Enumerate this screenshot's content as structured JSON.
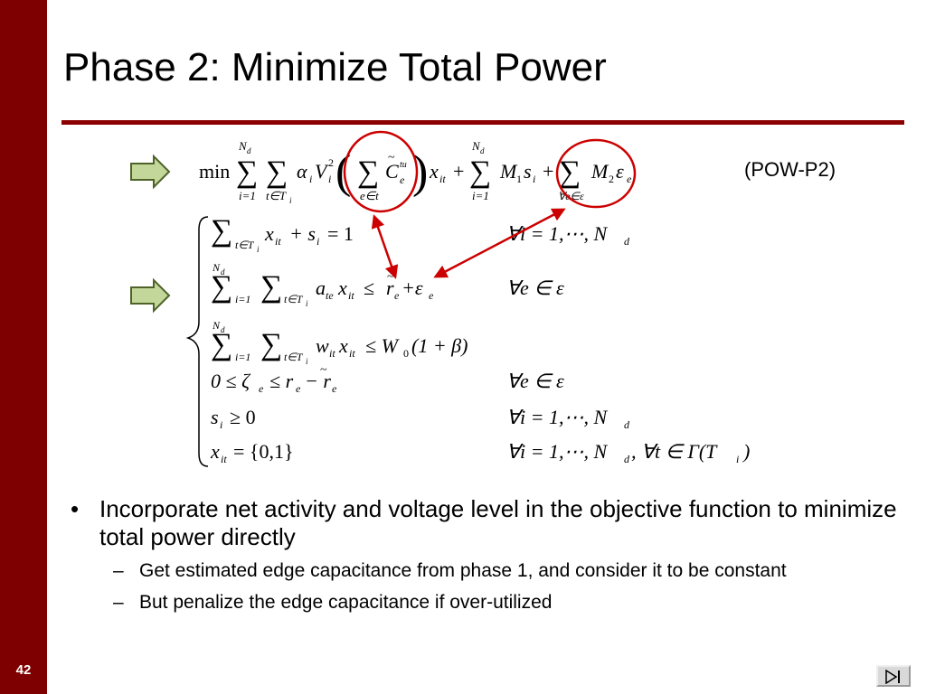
{
  "slide": {
    "number": "42",
    "title": "Phase 2: Minimize Total Power",
    "label": "(POW-P2)"
  },
  "formula": {
    "objective": {
      "min": "min",
      "sum_upper": "N",
      "sum_upper_sub": "d",
      "sum_lower_i": "i=1",
      "sum_lower_t": "t∈T",
      "sum_lower_t_sub": "i",
      "alpha": "α",
      "alpha_sub": "i",
      "V": "V",
      "V_sub": "i",
      "V_sup": "2",
      "C": "C",
      "C_sub": "e",
      "C_sup": "tu",
      "sum_lower_e": "e∈t",
      "x": "x",
      "x_sub": "it",
      "plus": "+",
      "M1": "M",
      "M1_sub": "1",
      "s": "s",
      "s_sub": "i",
      "sum_lower_eps": "∀e∈ε",
      "M2": "M",
      "M2_sub": "2",
      "eps": "ε",
      "eps_sub": "e"
    },
    "constraints": {
      "c1_lhs": "x",
      "c1_sub": "it",
      "c1_plus": "+ s",
      "c1_s_sub": "i",
      "c1_rhs": "= 1",
      "c1_forall": "∀i = 1,⋯, N",
      "c1_forall_sub": "d",
      "c2_a": "a",
      "c2_a_sub": "te",
      "c2_x": "x",
      "c2_x_sub": "it",
      "c2_rel": "≤",
      "c2_r": "r",
      "c2_r_sub": "e",
      "c2_plus": "+ε",
      "c2_eps_sub": "e",
      "c2_forall": "∀e ∈ ε",
      "c3_w": "w",
      "c3_w_sub": "it",
      "c3_x": "x",
      "c3_x_sub": "it",
      "c3_rel": "≤ W",
      "c3_W_sub": "0",
      "c3_rhs": "(1 + β)",
      "c4_lhs": "0 ≤ ζ",
      "c4_zeta_sub": "e",
      "c4_rel": "≤ r",
      "c4_r_sub": "e",
      "c4_minus": "− r",
      "c4_rt_sub": "e",
      "c4_forall": "∀e ∈ ε",
      "c5_s": "s",
      "c5_s_sub": "i",
      "c5_rel": "≥ 0",
      "c5_forall": "∀i = 1,⋯, N",
      "c5_forall_sub": "d",
      "c6_x": "x",
      "c6_x_sub": "it",
      "c6_rel": "= {0,1}",
      "c6_forall": "∀i = 1,⋯, N",
      "c6_forall_sub": "d",
      "c6_forall2": ",   ∀t ∈ Γ(T",
      "c6_forall2_sub": "i",
      "c6_close": ")"
    }
  },
  "bullets": {
    "main_marker": "•",
    "main": "Incorporate net activity and voltage level in the objective function to minimize total power directly",
    "sub_marker": "–",
    "sub1": "Get estimated edge capacitance from phase 1, and consider it to be constant",
    "sub2": "But penalize the edge capacitance if over-utilized"
  },
  "icons": {
    "arrows": "right-arrow-icon",
    "nav": "next-slide-icon"
  },
  "colors": {
    "sidebar": "#7f0000",
    "rule": "#8b0000",
    "annotation": "#cc0000",
    "arrow_fill": "#c4d79b",
    "arrow_stroke": "#4f6228"
  }
}
